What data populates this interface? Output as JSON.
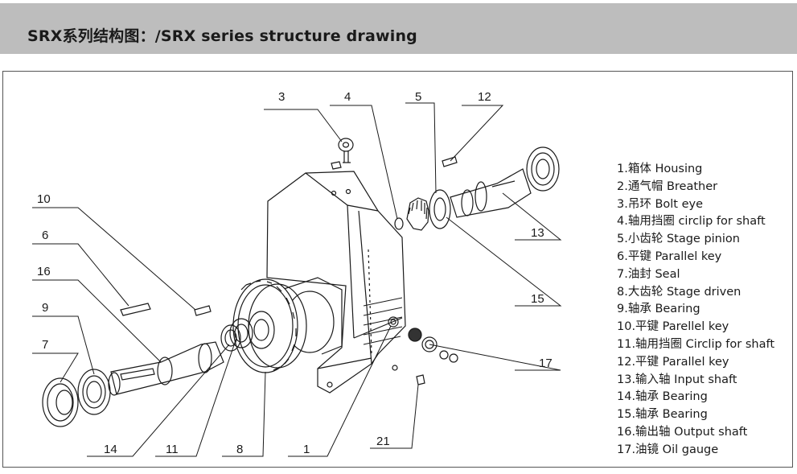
{
  "header": {
    "title": "SRX系列结构图：/SRX series structure drawing",
    "background": "#bdbdbd"
  },
  "callouts": {
    "c1": "1",
    "c3": "3",
    "c4": "4",
    "c5": "5",
    "c6": "6",
    "c7": "7",
    "c8": "8",
    "c9": "9",
    "c10": "10",
    "c11": "11",
    "c12": "12",
    "c13": "13",
    "c14": "14",
    "c15": "15",
    "c16": "16",
    "c17": "17",
    "c21": "21"
  },
  "legend": {
    "items": [
      "1.箱体 Housing",
      "2.通气帽 Breather",
      "3.吊环 Bolt eye",
      "4.轴用挡圈 circlip for shaft",
      "5.小齿轮 Stage pinion",
      "6.平键 Parallel key",
      "7.油封 Seal",
      "8.大齿轮 Stage driven",
      "9.轴承 Bearing",
      "10.平键 Parellel key",
      "11.轴用挡圈 Circlip for shaft",
      "12.平键 Parallel key",
      "13.输入轴 Input shaft",
      "14.轴承 Bearing",
      "15.轴承 Bearing",
      "16.输出轴 Output shaft",
      "17.油镜 Oil gauge"
    ]
  }
}
